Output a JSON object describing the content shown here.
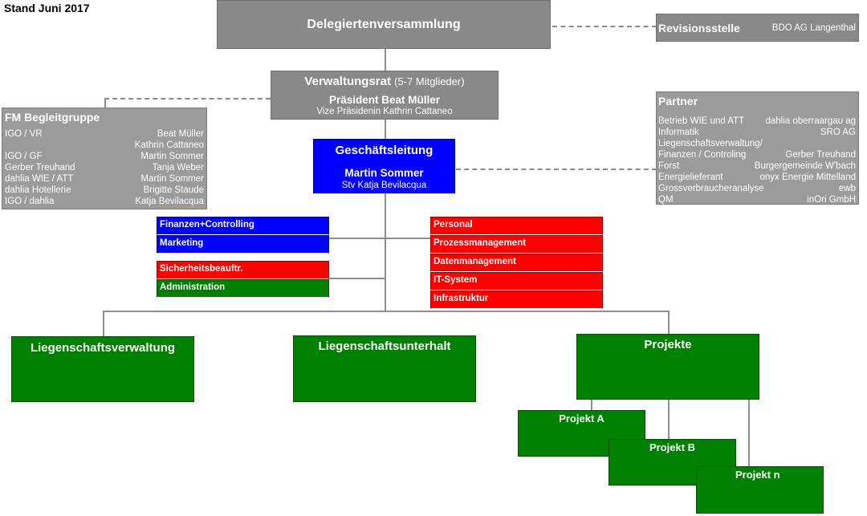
{
  "status_label": "Stand Juni 2017",
  "delegates": {
    "title": "Delegiertenversammlung"
  },
  "audit": {
    "title": "Revisionsstelle",
    "value": "BDO AG Langenthal"
  },
  "board": {
    "title": "Verwaltungsrat",
    "members_note": "(5-7 Mitglieder)",
    "president": "Präsident Beat Müller",
    "vice": "Vize Präsidenin Kathrin Cattaneo"
  },
  "fm_group": {
    "title": "FM Begleitgruppe",
    "rows": [
      {
        "left": "IGO / VR",
        "right": "Beat Müller"
      },
      {
        "left": "",
        "right": "Kathrin Cattaneo"
      },
      {
        "left": "IGO / GF",
        "right": "Martin Sommer"
      },
      {
        "left": "Gerber Treuhand",
        "right": "Tanja Weber"
      },
      {
        "left": "dahlia WIE / ATT",
        "right": "Martin Sommer"
      },
      {
        "left": "dahlia Hotellerie",
        "right": "Brigitte Staude"
      },
      {
        "left": "IGO / dahlia",
        "right": "Katja Bevilacqua"
      }
    ]
  },
  "partners": {
    "title": "Partner",
    "rows": [
      {
        "left": "Betrieb WIE und ATT",
        "right": "dahlia oberraargau ag"
      },
      {
        "left": "Informatik",
        "right": "SRO AG"
      },
      {
        "left": "Liegenschaftsverwaltung/",
        "right": ""
      },
      {
        "left": "Finanzen / Controling",
        "right": "Gerber Treuhand"
      },
      {
        "left": "Forst",
        "right": "Burgergemeinde W'bach"
      },
      {
        "left": "Energielieferant",
        "right": "onyx Energie Mittelland"
      },
      {
        "left": "Grossverbraucheranalyse",
        "right": "ewb"
      },
      {
        "left": "QM",
        "right": "inOri GmbH"
      }
    ]
  },
  "management": {
    "title": "Geschäftsleitung",
    "head": "Martin Sommer",
    "deputy": "Stv Katja Bevilacqua"
  },
  "staff_left_top": [
    "Finanzen+Controlling",
    "Marketing"
  ],
  "staff_left_bottom": [
    {
      "label": "Sicherheitsbeauftr.",
      "color": "#ff0000"
    },
    {
      "label": "Administration",
      "color": "#008000"
    }
  ],
  "staff_right": [
    "Personal",
    "Prozessmanagement",
    "Datenmanagement",
    "IT-System",
    "Infrastruktur"
  ],
  "divisions": {
    "property_mgmt": "Liegenschaftsverwaltung",
    "property_maint": "Liegenschaftsunterhalt",
    "projects": "Projekte"
  },
  "projects": [
    "Projekt A",
    "Projekt B",
    "Projekt n"
  ],
  "colors": {
    "gray": "#898989",
    "blue": "#0000ff",
    "red": "#ff0000",
    "green": "#008000"
  }
}
